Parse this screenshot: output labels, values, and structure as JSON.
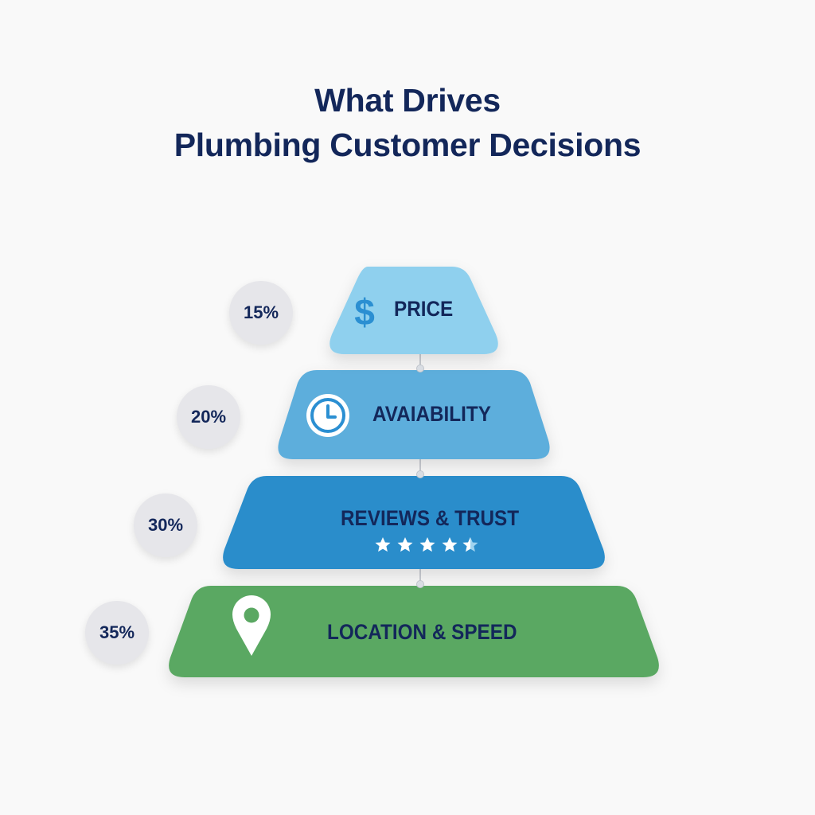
{
  "title": {
    "line1": "What Drives",
    "line2": "Plumbing Customer Decisions"
  },
  "tiers": [
    {
      "label": "PRICE",
      "percent": "15%",
      "icon": "dollar-icon",
      "color": "#8fd0ee"
    },
    {
      "label": "AVAIABILITY",
      "percent": "20%",
      "icon": "clock-icon",
      "color": "#5daedc"
    },
    {
      "label": "REVIEWS & TRUST",
      "percent": "30%",
      "icon": "star-rating-icon",
      "rating": "4.5 stars",
      "color": "#2a8dcb"
    },
    {
      "label": "LOCATION & SPEED",
      "percent": "35%",
      "icon": "map-pin-icon",
      "color": "#5aa862"
    }
  ],
  "colors": {
    "text": "#13275a",
    "badge_bg": "#e6e6ea",
    "background": "#f9f9f9"
  }
}
